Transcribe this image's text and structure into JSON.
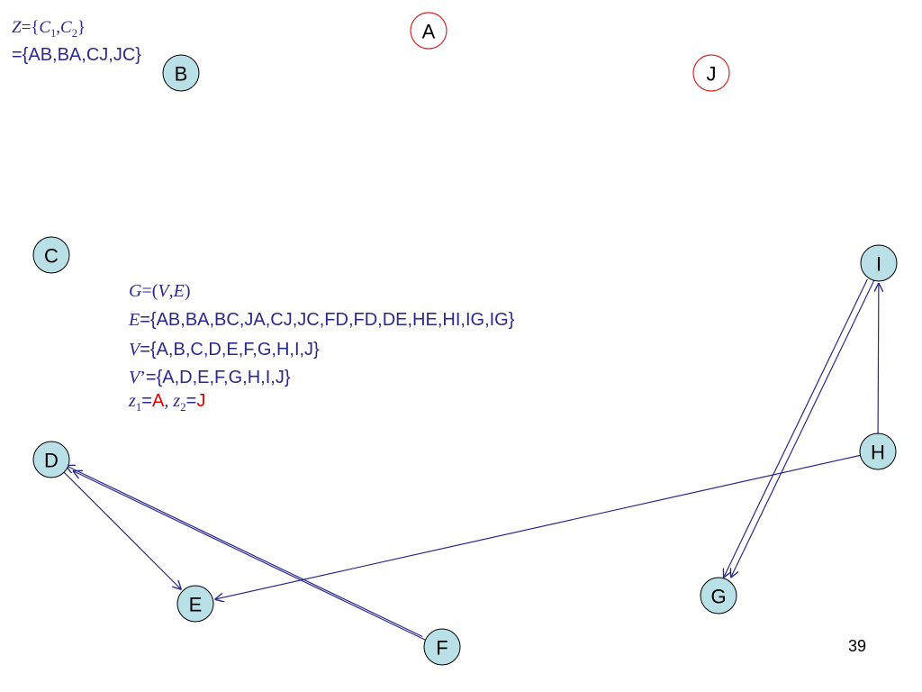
{
  "top_left": {
    "z_symbol": "Z",
    "z_set_open": "={",
    "c1": "C",
    "c1_sub": "1",
    "comma": ",",
    "c2": "C",
    "c2_sub": "2",
    "close": "}",
    "z_list": "={AB,BA,CJ,JC}"
  },
  "defs": {
    "g_line": {
      "g": "G",
      "eq": "=(",
      "v": "V",
      "comma": ",",
      "e": "E",
      "close": ")"
    },
    "e_line": {
      "e": "E",
      "rest": "={AB,BA,BC,JA,CJ,JC,FD,FD,DE,HE,HI,IG,IG}"
    },
    "v_line": {
      "v": "V",
      "rest": "={A,B,C,D,E,F,G,H,I,J}"
    },
    "vp_line": {
      "v": "V",
      "prime": "’",
      "rest": "={A,D,E,F,G,H,I,J}"
    },
    "z_line": {
      "z1": "z",
      "z1_sub": "1",
      "eq1": "=",
      "val1": "A",
      "sep": ", ",
      "z2": "z",
      "z2_sub": "2",
      "eq2": "=",
      "val2": "J"
    }
  },
  "nodes": [
    {
      "id": "A",
      "label": "A",
      "highlight": true
    },
    {
      "id": "B",
      "label": "B",
      "highlight": false
    },
    {
      "id": "J",
      "label": "J",
      "highlight": true
    },
    {
      "id": "C",
      "label": "C",
      "highlight": false
    },
    {
      "id": "I",
      "label": "I",
      "highlight": false
    },
    {
      "id": "D",
      "label": "D",
      "highlight": false
    },
    {
      "id": "H",
      "label": "H",
      "highlight": false
    },
    {
      "id": "E",
      "label": "E",
      "highlight": false
    },
    {
      "id": "F",
      "label": "F",
      "highlight": false
    },
    {
      "id": "G",
      "label": "G",
      "highlight": false
    }
  ],
  "edges": [
    {
      "from": "F",
      "to": "D"
    },
    {
      "from": "F",
      "to": "D"
    },
    {
      "from": "D",
      "to": "E"
    },
    {
      "from": "H",
      "to": "E"
    },
    {
      "from": "H",
      "to": "I"
    },
    {
      "from": "I",
      "to": "G"
    },
    {
      "from": "I",
      "to": "G"
    }
  ],
  "colors": {
    "edge": "#2a2a8c",
    "node_fill": "#b8e0e6",
    "highlight_ring": "#d12a2a",
    "text_blue": "#2a2a8c",
    "text_red": "#e00000"
  },
  "page_number": "39"
}
